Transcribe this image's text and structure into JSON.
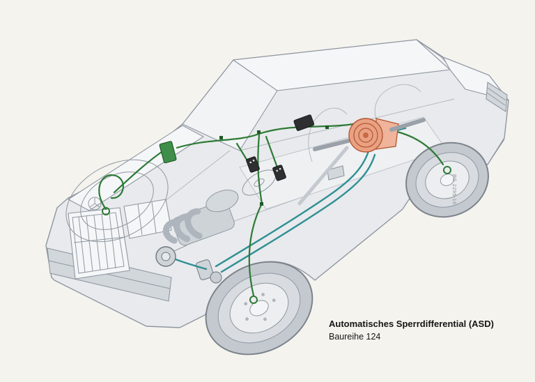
{
  "figure": {
    "kind": "technical-cutaway-illustration",
    "subject": "Mercedes-Benz sedan cutaway showing ASD system routing"
  },
  "caption": {
    "title": "Automatisches Sperrdifferential (ASD)",
    "subtitle": "Baureihe 124"
  },
  "side_code": "PG 2295-16",
  "colors": {
    "background": "#f4f3ee",
    "body_fill": "#e8eaed",
    "body_line": "#8f97a0",
    "surface_light": "#f5f6f8",
    "shade": "#d2d7dc",
    "wiring": "#2d7a36",
    "hydraulic": "#2f8f93",
    "diff_fill": "#e9a183",
    "diff_line": "#b4552f",
    "component_dark": "#2d2f31",
    "text": "#141414",
    "code_text": "#8a8f96"
  }
}
